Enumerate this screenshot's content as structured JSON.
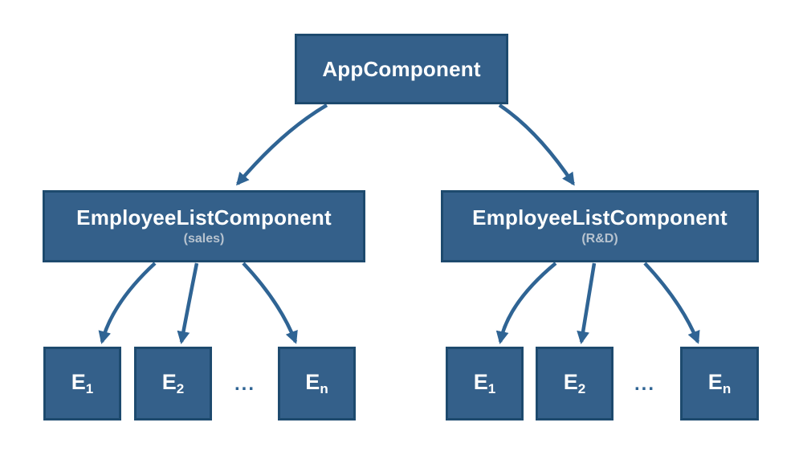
{
  "diagram": {
    "root": {
      "label": "AppComponent"
    },
    "branches": [
      {
        "label": "EmployeeListComponent",
        "sublabel": "(sales)",
        "ellipsis": "...",
        "children": [
          {
            "base": "E",
            "sub": "1"
          },
          {
            "base": "E",
            "sub": "2"
          },
          {
            "base": "E",
            "sub": "n"
          }
        ]
      },
      {
        "label": "EmployeeListComponent",
        "sublabel": "(R&D)",
        "ellipsis": "...",
        "children": [
          {
            "base": "E",
            "sub": "1"
          },
          {
            "base": "E",
            "sub": "2"
          },
          {
            "base": "E",
            "sub": "n"
          }
        ]
      }
    ],
    "colors": {
      "box_fill": "#34608a",
      "box_border": "#1d4a6e",
      "arrow": "#2f6494",
      "label_text": "#ffffff",
      "sublabel_text": "#b7c3cf",
      "background": "#ffffff"
    }
  }
}
